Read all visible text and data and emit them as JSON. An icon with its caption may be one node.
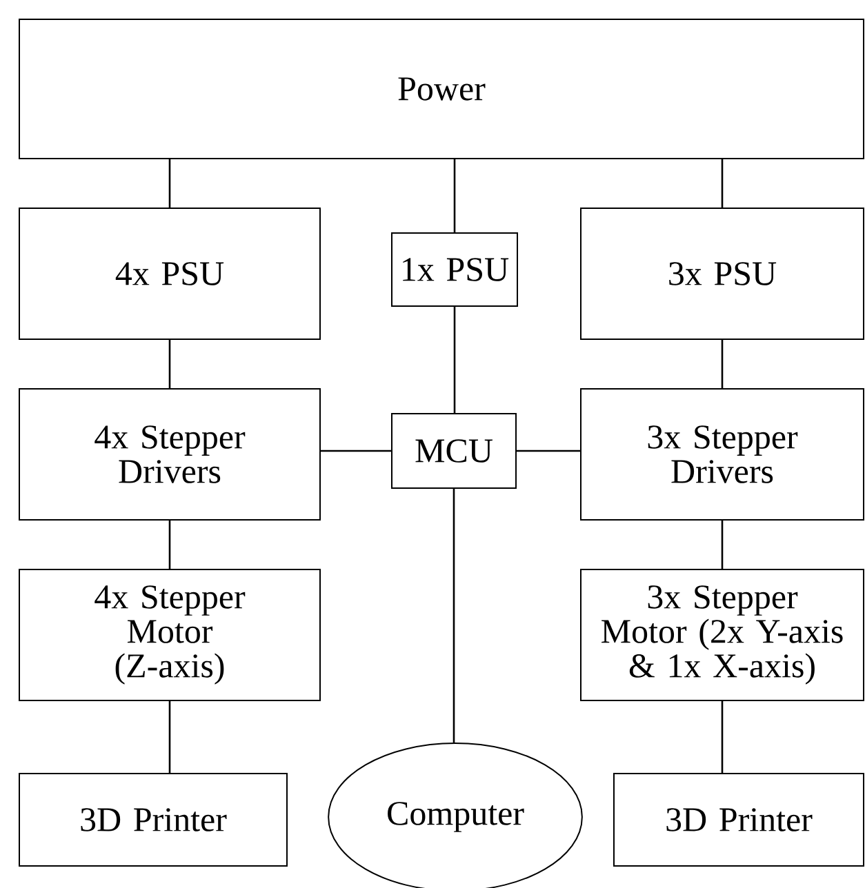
{
  "diagram": {
    "nodes": [
      {
        "text": [
          "Power"
        ]
      },
      {
        "text": [
          "4x PSU"
        ]
      },
      {
        "text": [
          "1x PSU"
        ]
      },
      {
        "text": [
          "3x PSU"
        ]
      },
      {
        "text": [
          "4x Stepper Drivers"
        ]
      },
      {
        "text": [
          "MCU"
        ]
      },
      {
        "text": [
          "3x Stepper Drivers"
        ]
      },
      {
        "text": [
          "4x Stepper Motor (Z-axis)"
        ]
      },
      {
        "text": [
          "3x Stepper Motor (2x Y-axis & 1x X-axis)"
        ]
      },
      {
        "text": [
          "3D Printer"
        ]
      },
      {
        "text": [
          "Computer"
        ]
      },
      {
        "text": [
          "3D Printer"
        ]
      }
    ],
    "edges": [
      {
        "from": 0,
        "to": 1,
        "arrow": "none"
      },
      {
        "from": 0,
        "to": 2,
        "arrow": "none"
      },
      {
        "from": 0,
        "to": 3,
        "arrow": "none"
      },
      {
        "from": 1,
        "to": 4,
        "arrow": "none"
      },
      {
        "from": 2,
        "to": 5,
        "arrow": "none"
      },
      {
        "from": 3,
        "to": 6,
        "arrow": "none"
      },
      {
        "from": 4,
        "to": 5,
        "arrow": "none"
      },
      {
        "from": 5,
        "to": 6,
        "arrow": "none"
      },
      {
        "from": 4,
        "to": 7,
        "arrow": "none"
      },
      {
        "from": 6,
        "to": 8,
        "arrow": "none"
      },
      {
        "from": 7,
        "to": 9,
        "arrow": "none"
      },
      {
        "from": 8,
        "to": 11,
        "arrow": "none"
      },
      {
        "from": 5,
        "to": 10,
        "arrow": "none"
      }
    ]
  }
}
